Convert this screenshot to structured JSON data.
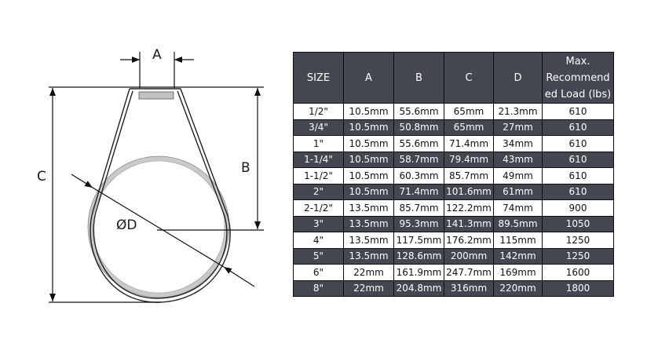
{
  "diagram": {
    "labels": {
      "a": "A",
      "b": "B",
      "c": "C",
      "d": "ØD"
    }
  },
  "table": {
    "headers": [
      "SIZE",
      "A",
      "B",
      "C",
      "D",
      "Max. Recommended Load (lbs)"
    ],
    "header_lines": {
      "load_1": "Max.",
      "load_2": "Recommend",
      "load_3": "ed Load (lbs)"
    },
    "rows": [
      [
        "1/2\"",
        "10.5mm",
        "55.6mm",
        "65mm",
        "21.3mm",
        "610"
      ],
      [
        "3/4\"",
        "10.5mm",
        "50.8mm",
        "65mm",
        "27mm",
        "610"
      ],
      [
        "1\"",
        "10.5mm",
        "55.6mm",
        "71.4mm",
        "34mm",
        "610"
      ],
      [
        "1-1/4\"",
        "10.5mm",
        "58.7mm",
        "79.4mm",
        "43mm",
        "610"
      ],
      [
        "1-1/2\"",
        "10.5mm",
        "60.3mm",
        "85.7mm",
        "49mm",
        "610"
      ],
      [
        "2\"",
        "10.5mm",
        "71.4mm",
        "101.6mm",
        "61mm",
        "610"
      ],
      [
        "2-1/2\"",
        "13.5mm",
        "85.7mm",
        "122.2mm",
        "74mm",
        "900"
      ],
      [
        "3\"",
        "13.5mm",
        "95.3mm",
        "141.3mm",
        "89.5mm",
        "1050"
      ],
      [
        "4\"",
        "13.5mm",
        "117.5mm",
        "176.2mm",
        "115mm",
        "1250"
      ],
      [
        "5\"",
        "13.5mm",
        "128.6mm",
        "200mm",
        "142mm",
        "1250"
      ],
      [
        "6\"",
        "22mm",
        "161.9mm",
        "247.7mm",
        "169mm",
        "1600"
      ],
      [
        "8\"",
        "22mm",
        "204.8mm",
        "316mm",
        "220mm",
        "1800"
      ]
    ]
  },
  "colors": {
    "header_bg": "#444750",
    "dark_row_bg": "#444750",
    "light_row_bg": "#ffffff",
    "border": "#0d0d0d"
  }
}
